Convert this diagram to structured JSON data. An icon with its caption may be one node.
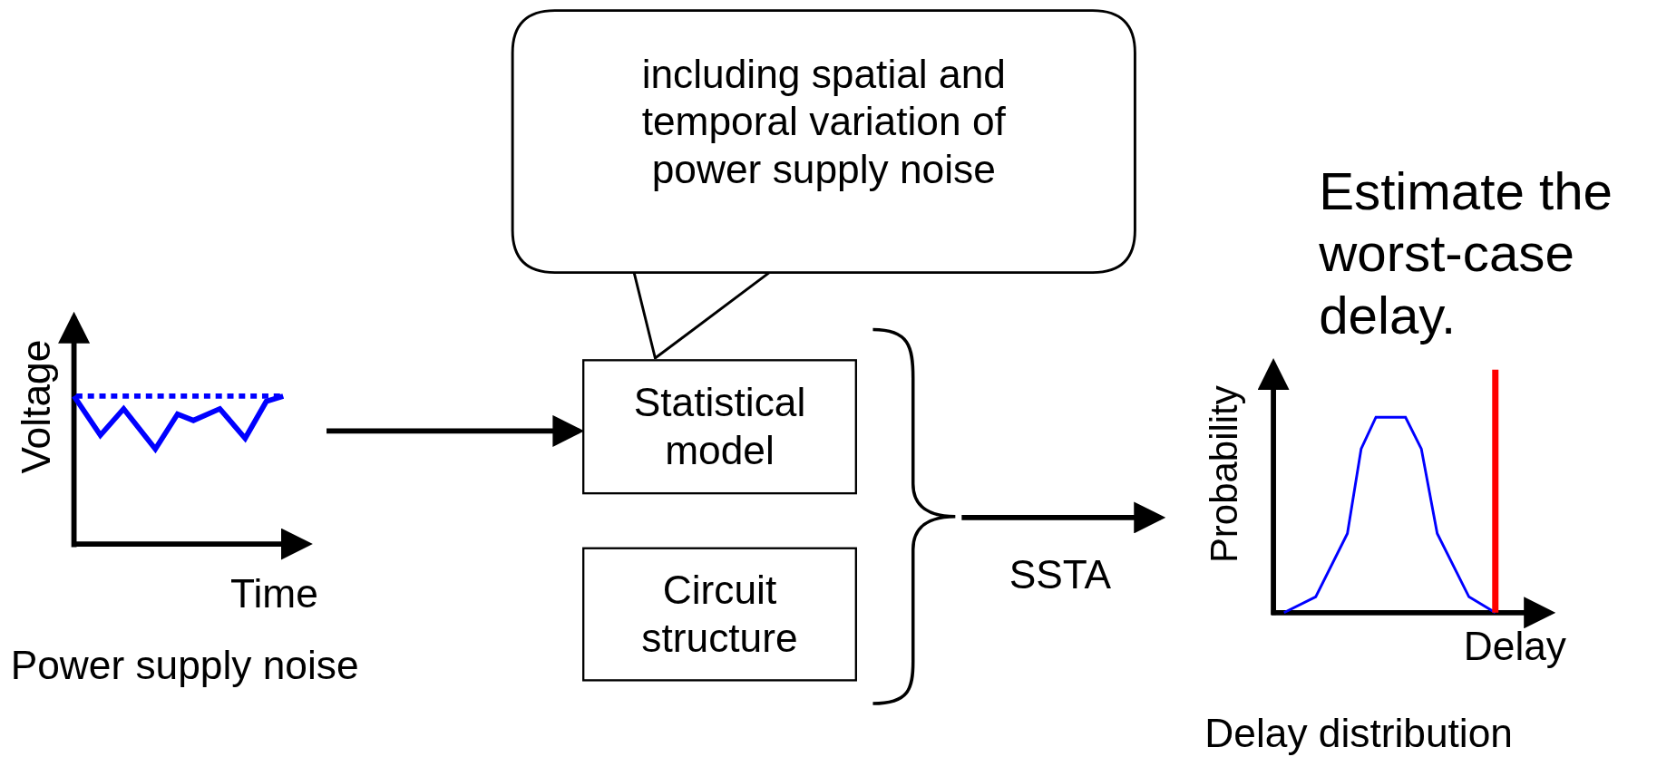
{
  "diagram": {
    "nodes": [
      {
        "text": [],
        "shape": "picture",
        "beside": [
          "Power supply noise"
        ]
      },
      {
        "text": [
          "including spatial and temporal variation of power supply noise"
        ]
      },
      {
        "text": [
          "Statistical model"
        ]
      },
      {
        "text": [
          "Circuit structure"
        ]
      },
      {
        "text": [],
        "shape": "brace"
      },
      {
        "text": [],
        "shape": "picture",
        "beside": [
          "Delay distribution"
        ]
      }
    ],
    "edges": [
      {
        "from": 0,
        "to": 2,
        "arrow": "to"
      },
      {
        "from": 1,
        "to": 2,
        "arrow": "none"
      },
      {
        "from": 4,
        "to": 5,
        "arrow": "to",
        "label": "SSTA"
      }
    ],
    "labels": [
      "Voltage",
      "Time",
      "Estimate the worst-case delay.",
      "Probability",
      "Delay"
    ]
  }
}
